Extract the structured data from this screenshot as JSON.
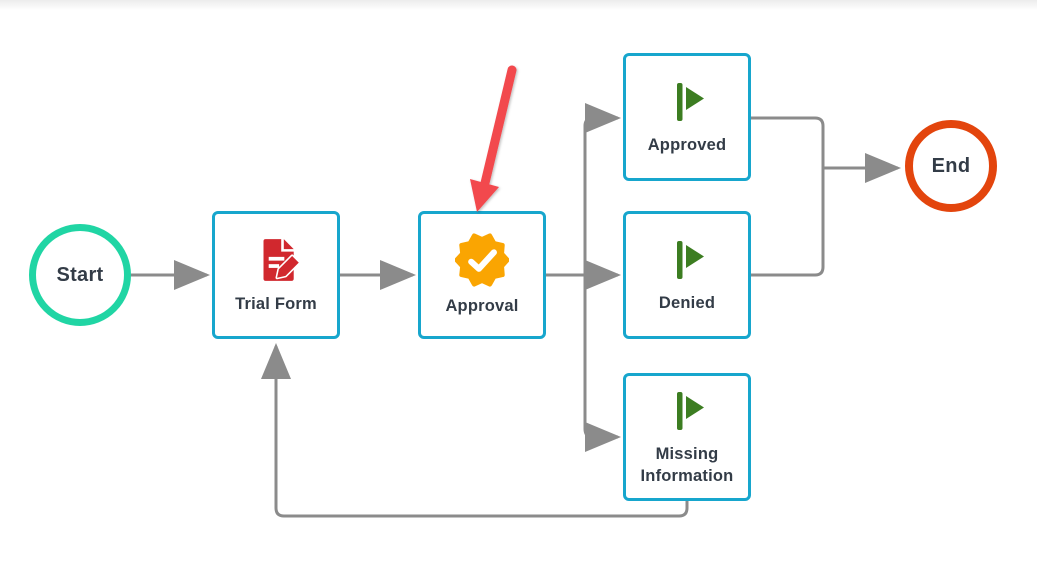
{
  "nodes": {
    "start": {
      "label": "Start",
      "shape": "circle",
      "border_color": "#20d5a4"
    },
    "trial_form": {
      "label": "Trial Form",
      "icon": "document-edit-icon",
      "icon_color": "#d1282e",
      "border_color": "#17a6cd"
    },
    "approval": {
      "label": "Approval",
      "icon": "verified-badge-icon",
      "icon_color": "#faa502",
      "border_color": "#17a6cd"
    },
    "approved": {
      "label": "Approved",
      "icon": "green-flag-icon",
      "icon_color": "#3c7d21",
      "border_color": "#17a6cd"
    },
    "denied": {
      "label": "Denied",
      "icon": "green-flag-icon",
      "icon_color": "#3c7d21",
      "border_color": "#17a6cd"
    },
    "missing_information": {
      "label": "Missing Information",
      "icon": "green-flag-icon",
      "icon_color": "#3c7d21",
      "border_color": "#17a6cd"
    },
    "end": {
      "label": "End",
      "shape": "circle",
      "border_color": "#e3450d"
    }
  },
  "edges": [
    {
      "from": "start",
      "to": "trial_form"
    },
    {
      "from": "trial_form",
      "to": "approval"
    },
    {
      "from": "approval",
      "to": "approved"
    },
    {
      "from": "approval",
      "to": "denied"
    },
    {
      "from": "approval",
      "to": "missing_information"
    },
    {
      "from": "approved",
      "to": "end"
    },
    {
      "from": "denied",
      "to": "end"
    },
    {
      "from": "missing_information",
      "to": "trial_form"
    }
  ],
  "annotation": {
    "type": "red-arrow",
    "points_to": "approval",
    "color": "#f2484e"
  },
  "connector_color": "#8b8b8b",
  "check_color": "#ffffff"
}
